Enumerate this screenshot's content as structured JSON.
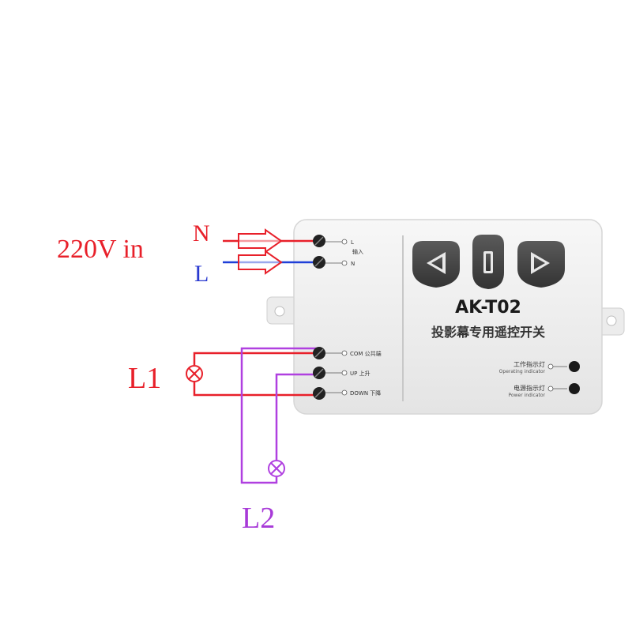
{
  "labels": {
    "supply": "220V in",
    "neutral": "N",
    "live": "L",
    "load1": "L1",
    "load2": "L2"
  },
  "device": {
    "model": "AK-T02",
    "subtitle": "投影幕专用遥控开关",
    "input_terminal_1": "L",
    "input_terminal_group": "输入",
    "input_terminal_2": "N",
    "output_com": "COM 公共端",
    "output_up": "UP 上升",
    "output_down": "DOWN 下降",
    "operating_indicator_cn": "工作指示灯",
    "operating_indicator_en": "Operating indicator",
    "power_indicator_cn": "电源指示灯",
    "power_indicator_en": "Power indicator"
  },
  "colors": {
    "neutral_wire": "#e8202a",
    "live_wire": "#1f3fd8",
    "load1_wire": "#e8202a",
    "load2_wire": "#b040e0",
    "text_red": "#e8202a",
    "text_blue": "#2a3ad0",
    "text_purple": "#a83ad8",
    "device_body": "#f2f2f2",
    "button_dark": "#4a4a4a"
  },
  "icons": {
    "left_button": "left-triangle-icon",
    "stop_button": "stop-bar-icon",
    "right_button": "right-triangle-icon",
    "lamp": "lamp-icon"
  }
}
